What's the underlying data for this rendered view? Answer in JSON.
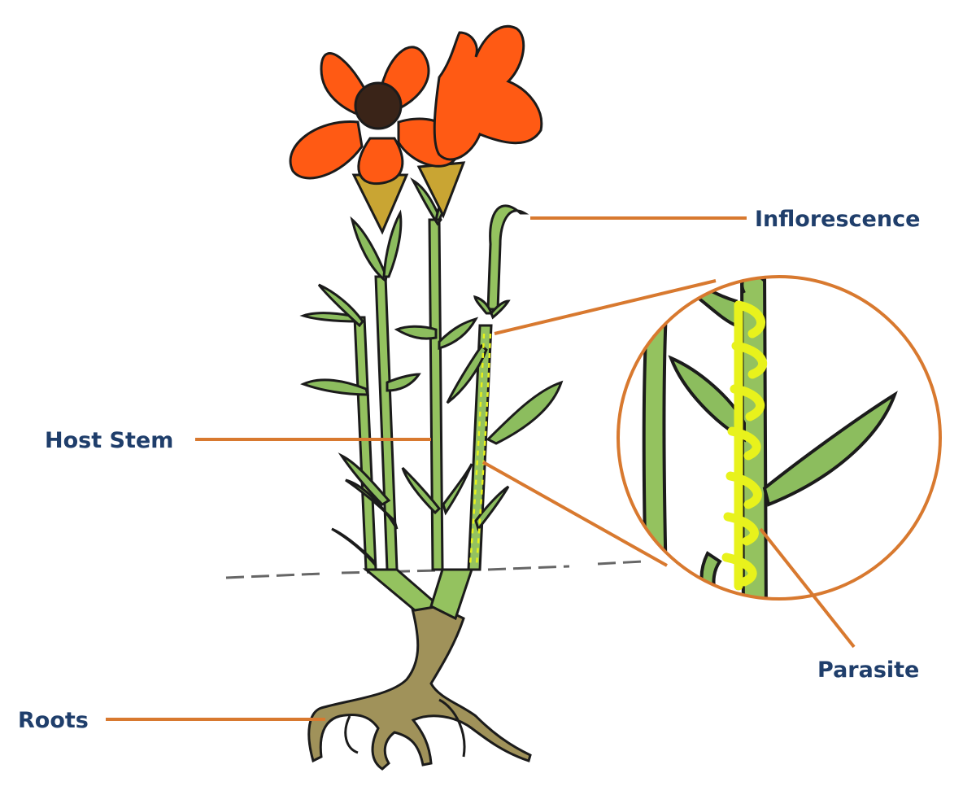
{
  "diagram": {
    "labels": {
      "inflorescence": "Inflorescence",
      "host_stem": "Host Stem",
      "parasite": "Parasite",
      "roots": "Roots"
    },
    "colors": {
      "petal": "#ff5a14",
      "flower_center": "#3a2418",
      "stem": "#94c25f",
      "leaf": "#8cbd5e",
      "outline": "#1b1b1b",
      "root": "#a0925a",
      "parasite": "#e8f21c",
      "leader_line": "#d8792f",
      "label_text": "#1f3e6b"
    }
  }
}
